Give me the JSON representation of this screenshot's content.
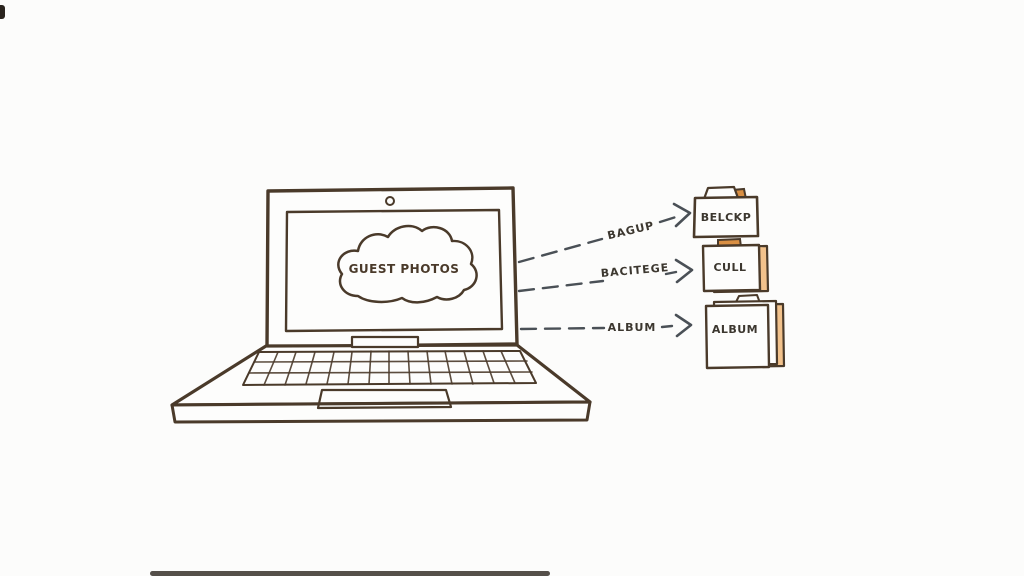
{
  "laptop": {
    "cloud_label": "GUEST PHOTOS"
  },
  "flows": [
    {
      "arrow_label": "BAGUP",
      "folder_label": "BELCKP"
    },
    {
      "arrow_label": "BACITEGE",
      "folder_label": "CULL"
    },
    {
      "arrow_label": "ALBUM",
      "folder_label": "ALBUM"
    }
  ],
  "colors": {
    "ink": "#4a3a2a",
    "arrow": "#4a5056",
    "orange": "#d98f43",
    "orange_light": "#f2c28c",
    "background": "#fcfcfb"
  }
}
